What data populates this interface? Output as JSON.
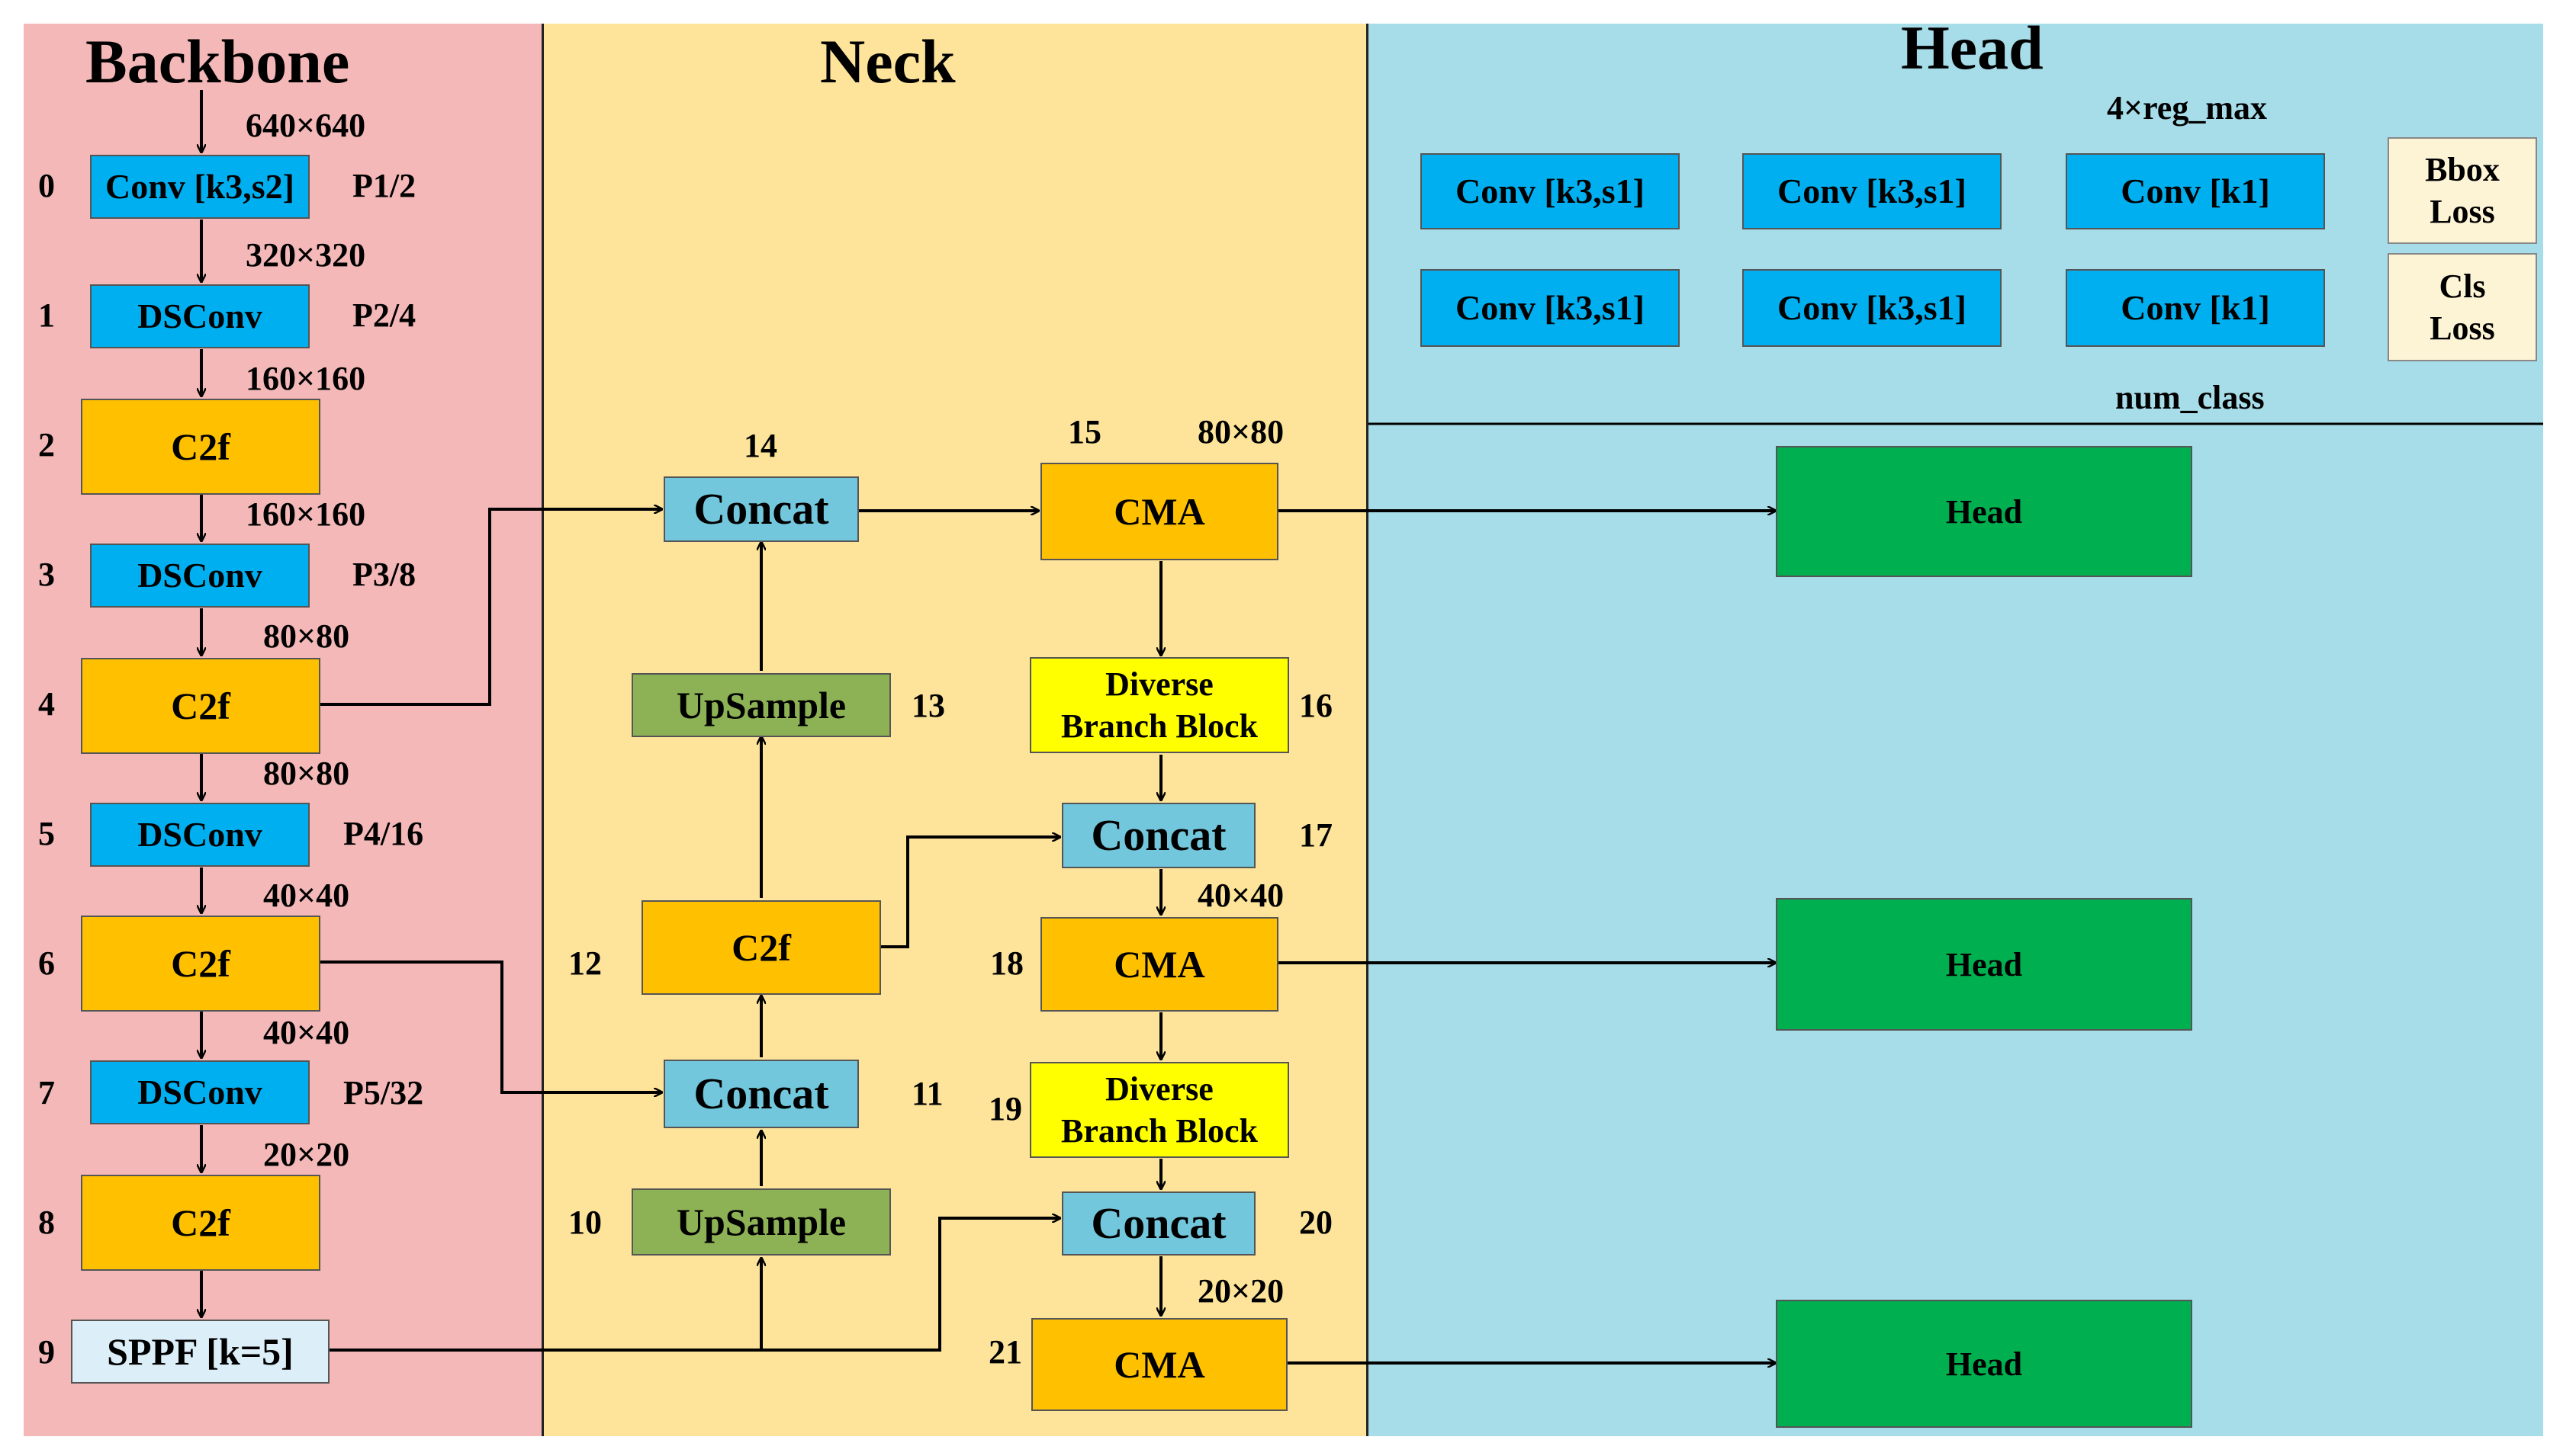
{
  "panels": {
    "backbone_title": "Backbone",
    "neck_title": "Neck",
    "head_title": "Head"
  },
  "backbone": {
    "input_size": "640×640",
    "layers": [
      {
        "idx": "0",
        "label": "Conv [k3,s2]",
        "scale": "P1/2",
        "out": "320×320"
      },
      {
        "idx": "1",
        "label": "DSConv",
        "scale": "P2/4",
        "out": "160×160"
      },
      {
        "idx": "2",
        "label": "C2f",
        "scale": "",
        "out": "160×160"
      },
      {
        "idx": "3",
        "label": "DSConv",
        "scale": "P3/8",
        "out": "80×80"
      },
      {
        "idx": "4",
        "label": "C2f",
        "scale": "",
        "out": "80×80"
      },
      {
        "idx": "5",
        "label": "DSConv",
        "scale": "P4/16",
        "out": "40×40"
      },
      {
        "idx": "6",
        "label": "C2f",
        "scale": "",
        "out": "40×40"
      },
      {
        "idx": "7",
        "label": "DSConv",
        "scale": "P5/32",
        "out": "20×20"
      },
      {
        "idx": "8",
        "label": "C2f",
        "scale": "",
        "out": ""
      },
      {
        "idx": "9",
        "label": "SPPF [k=5]",
        "scale": "",
        "out": ""
      }
    ]
  },
  "neck": {
    "n10": {
      "idx": "10",
      "label": "UpSample"
    },
    "n11": {
      "idx": "11",
      "label": "Concat"
    },
    "n12": {
      "idx": "12",
      "label": "C2f"
    },
    "n13": {
      "idx": "13",
      "label": "UpSample"
    },
    "n14": {
      "idx": "14",
      "label": "Concat"
    },
    "n15": {
      "idx": "15",
      "label": "CMA",
      "size": "80×80"
    },
    "n16": {
      "idx": "16",
      "label": "Diverse\nBranch Block"
    },
    "n17": {
      "idx": "17",
      "label": "Concat"
    },
    "n18": {
      "idx": "18",
      "label": "CMA",
      "size": "40×40"
    },
    "n19": {
      "idx": "19",
      "label": "Diverse\nBranch Block"
    },
    "n20": {
      "idx": "20",
      "label": "Concat"
    },
    "n21": {
      "idx": "21",
      "label": "CMA",
      "size": "20×20"
    }
  },
  "head": {
    "reg_label": "4×reg_max",
    "cls_label": "num_class",
    "row1": [
      "Conv [k3,s1]",
      "Conv [k3,s1]",
      "Conv [k1]"
    ],
    "row2": [
      "Conv [k3,s1]",
      "Conv [k3,s1]",
      "Conv [k1]"
    ],
    "bbox_loss": "Bbox\nLoss",
    "cls_loss": "Cls\nLoss",
    "head_blocks": [
      "Head",
      "Head",
      "Head"
    ]
  }
}
